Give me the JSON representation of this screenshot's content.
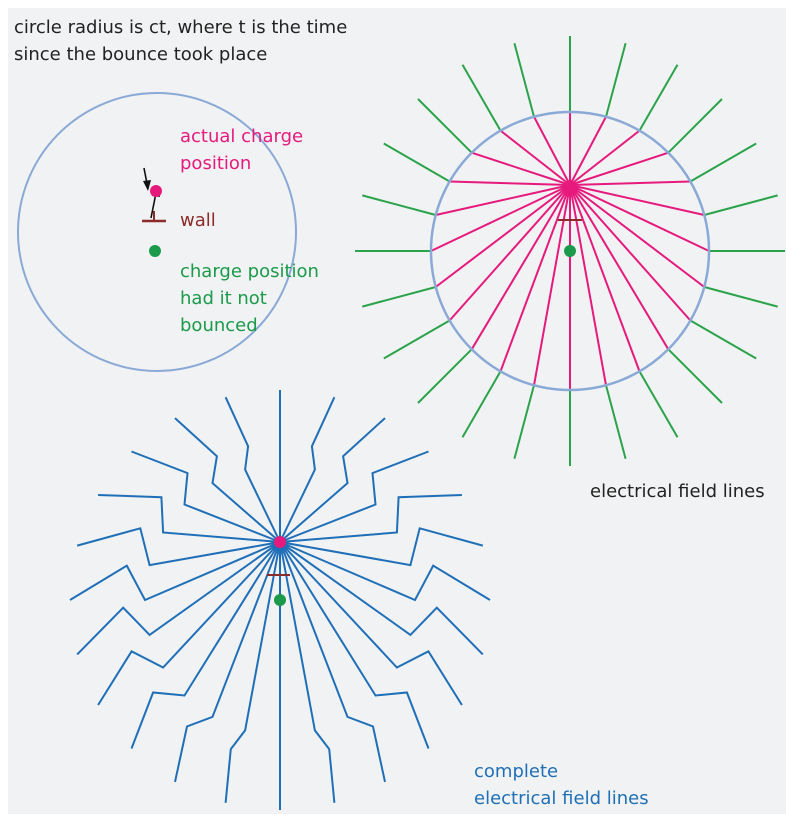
{
  "caption": "circle radius is ct, where t is the time\nsince the bounce took place",
  "labels": {
    "actual_charge": "actual charge\nposition",
    "wall": "wall",
    "unbounced_charge": "charge position\nhad it not\nbounced",
    "field_lines": "electrical field lines",
    "complete_field_lines": "complete\nelectrical field lines"
  },
  "colors": {
    "background": "#f1f2f3",
    "circle": "#8aa9d6",
    "actual_charge": "#e6197d",
    "unbounced_charge": "#1a9a4a",
    "wall": "#8b2b2b",
    "field_inside": "#e6197d",
    "field_outside": "#2aa34a",
    "field_complete": "#1f6fb8",
    "text": "#222222"
  },
  "field_line_count": 24
}
